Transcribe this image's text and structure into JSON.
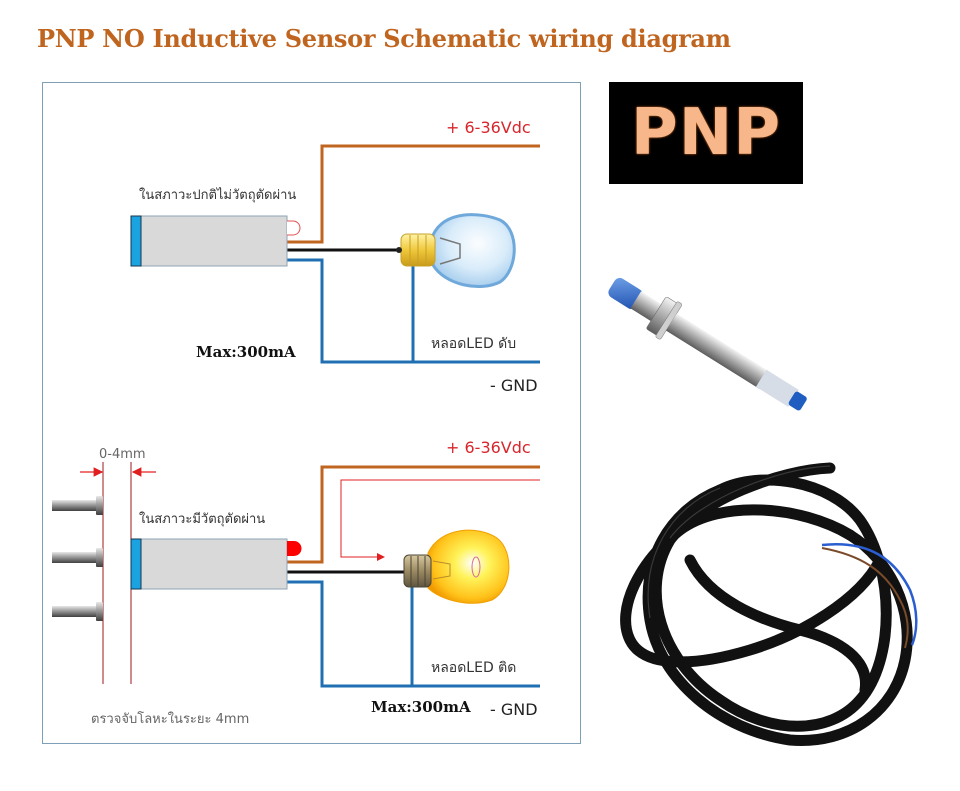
{
  "title": "PNP NO Inductive Sensor Schematic wiring diagram",
  "badge": {
    "text": "PNP",
    "bg": "#000000",
    "fg": "#f7b78a"
  },
  "colors": {
    "title": "#c0651f",
    "wire_positive": "#c0651f",
    "wire_negative": "#1f6fb2",
    "wire_signal": "#111111",
    "sensor_body": "#d9d9d9",
    "sensor_face": "#1aa3e0",
    "indicator_off": "#e05050",
    "indicator_on": "#ff0000",
    "voltage_label": "#d8262b"
  },
  "top_circuit": {
    "state_label": "ในสภาวะปกติไม่วัตถุตัดผ่าน",
    "supply_label": "+ 6-36Vdc",
    "ground_label": "- GND",
    "lamp_label": "หลอดLED ดับ",
    "max_current": "Max:300mA",
    "lamp_state": "off",
    "indicator_state": "off"
  },
  "bottom_circuit": {
    "distance_label": "0-4mm",
    "state_label": "ในสภาวะมีวัตถุตัดผ่าน",
    "supply_label": "+ 6-36Vdc",
    "ground_label": "- GND",
    "lamp_label": "หลอดLED ติด",
    "max_current": "Max:300mA",
    "detect_note": "ตรวจจับโลหะในระยะ 4mm",
    "lamp_state": "on",
    "indicator_state": "on",
    "bolt_count": 3
  }
}
